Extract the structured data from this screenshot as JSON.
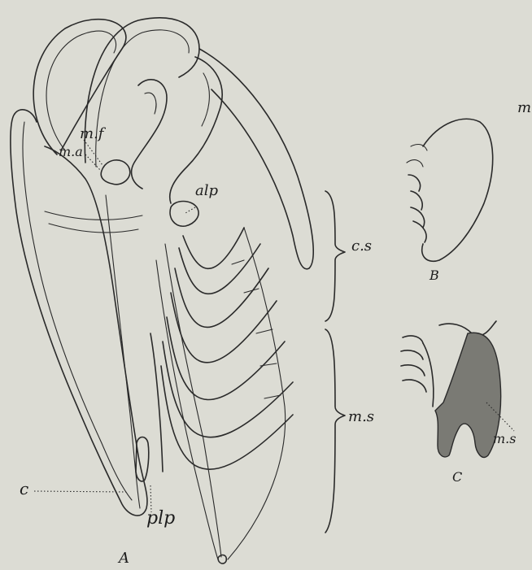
{
  "labels": {
    "mf": "m.f",
    "ma": "m.a",
    "alp": "alp",
    "cs": "c.s",
    "ms_main": "m.s",
    "c_left": "c",
    "plp": "plp",
    "fig_a": "A",
    "fig_b": "B",
    "fig_c": "C",
    "ms_c": "m.s",
    "m_edge": "m"
  }
}
